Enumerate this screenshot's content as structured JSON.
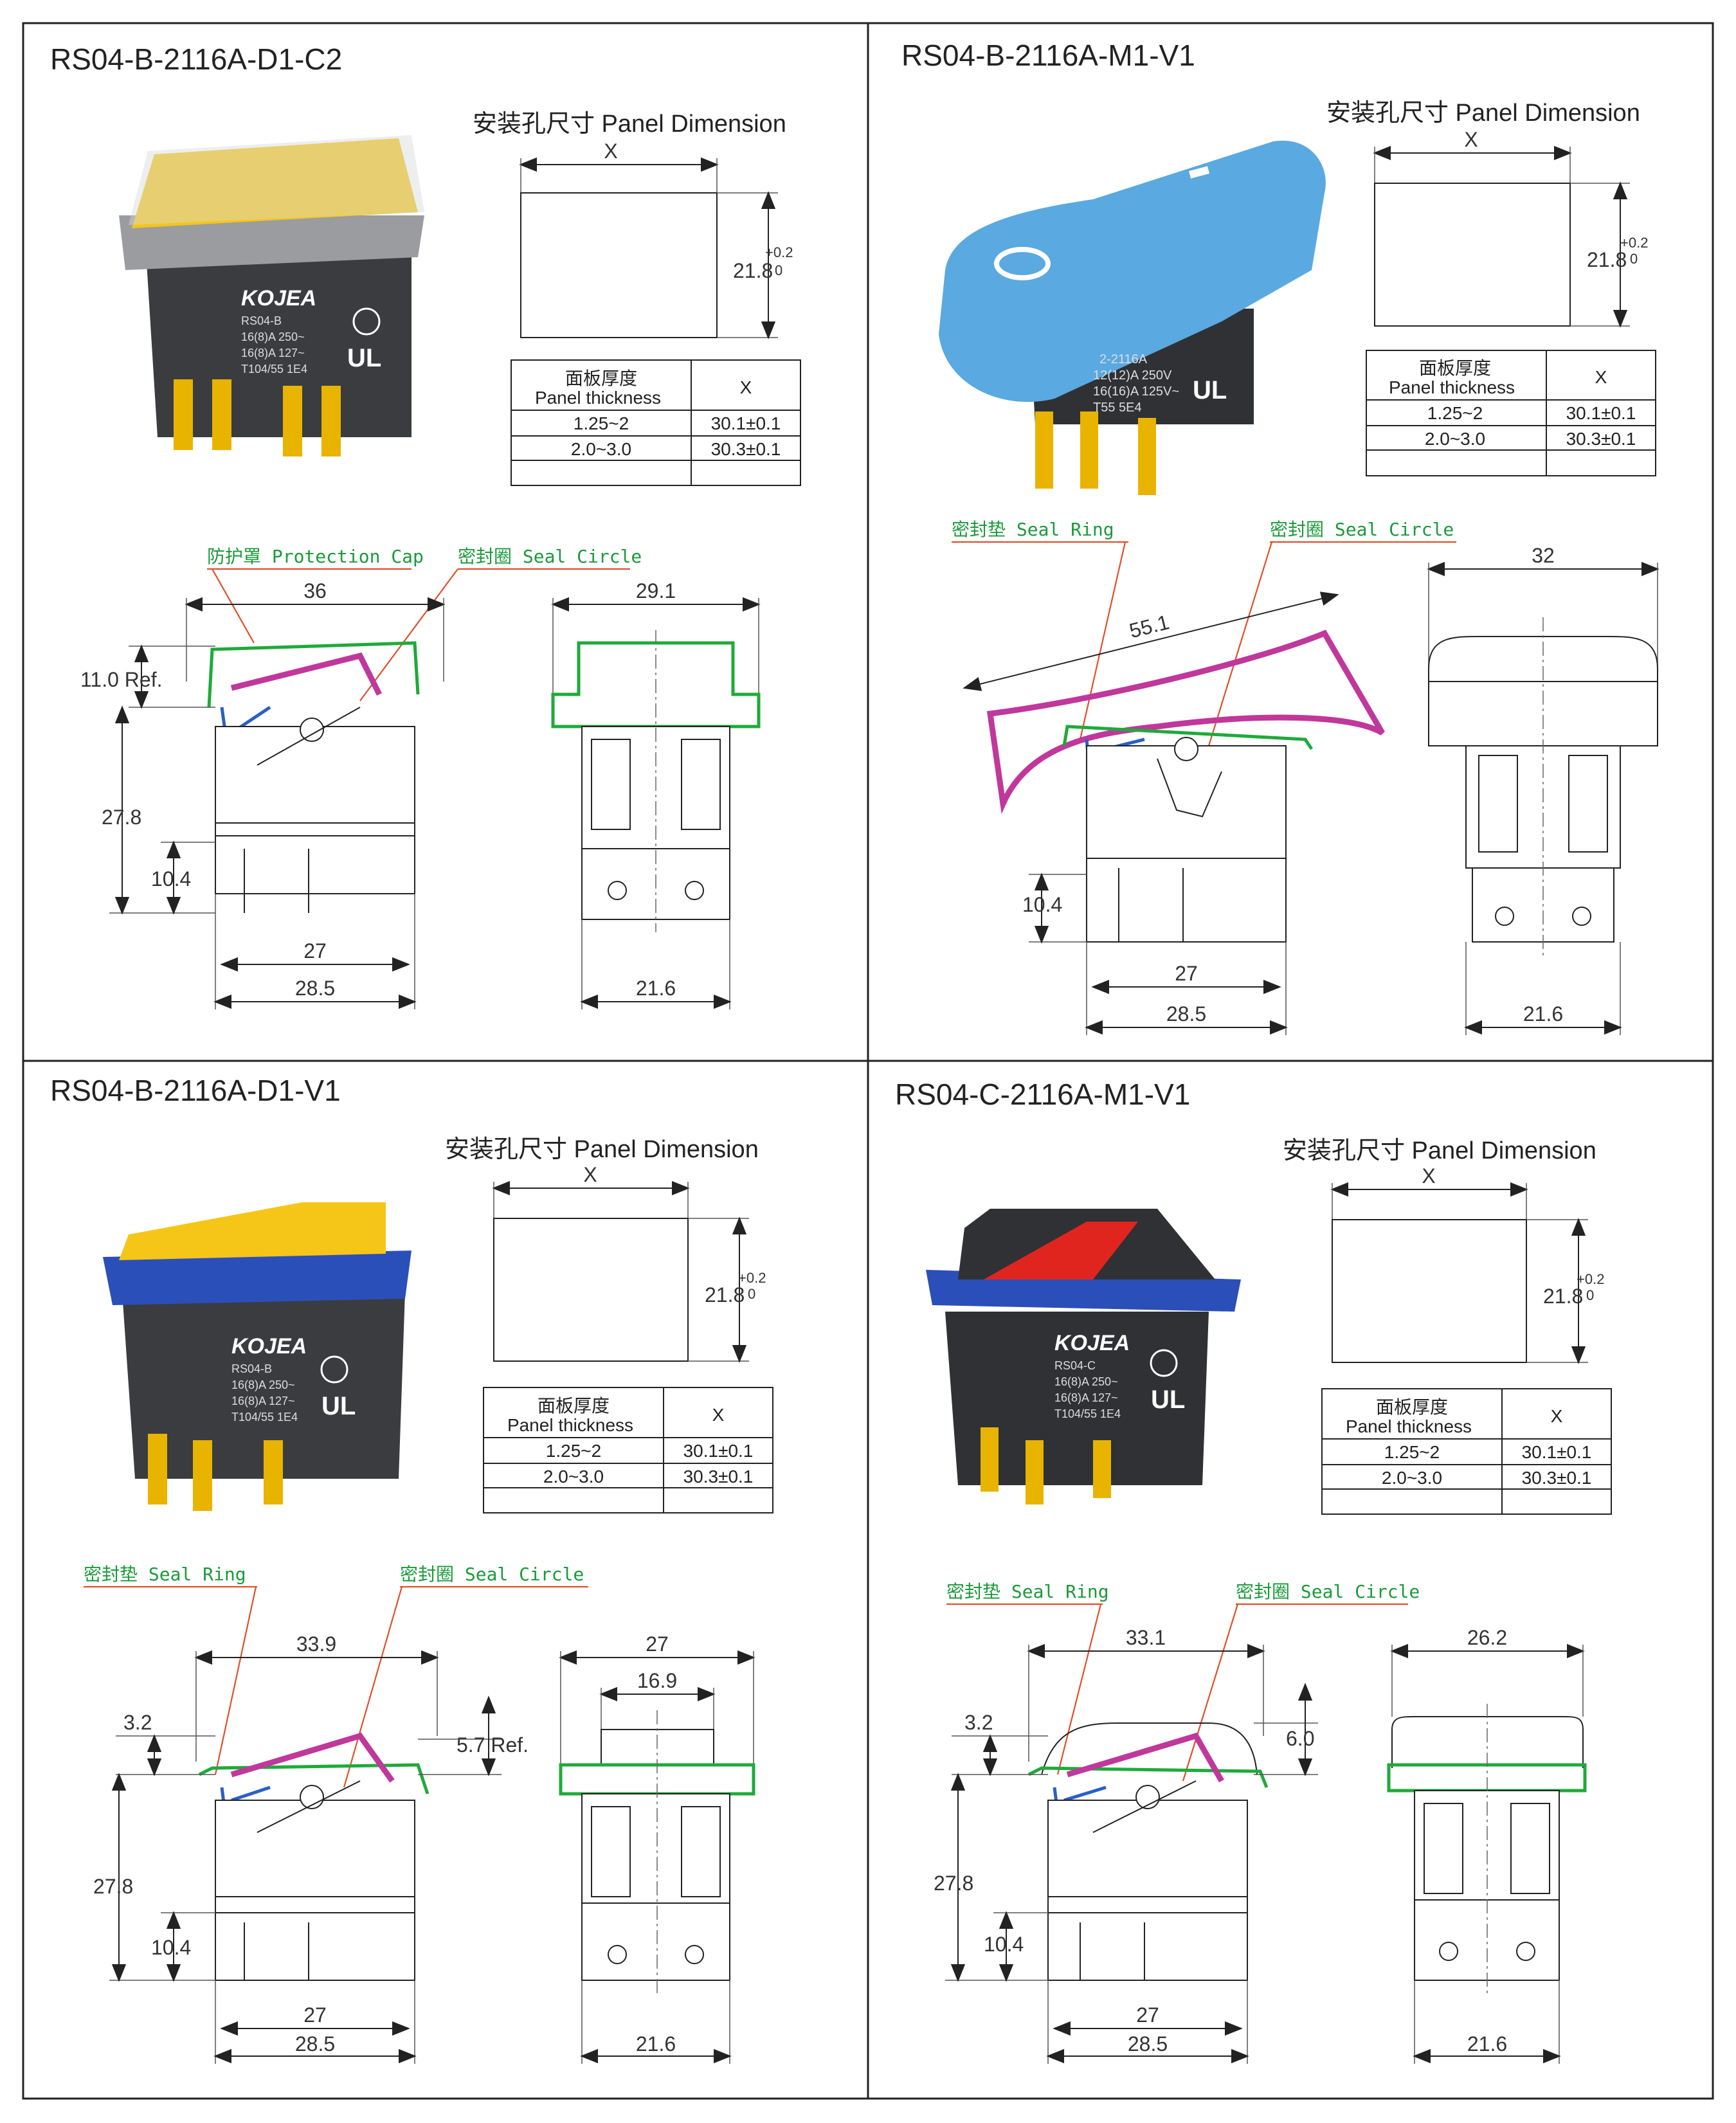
{
  "panels": [
    {
      "model": "RS04-B-2116A-D1-C2",
      "panel_dimension": "安装孔尺寸  Panel Dimension",
      "x_label": "X",
      "height": "21.8",
      "tol_plus": "+0.2",
      "tol_zero": "0",
      "table": {
        "head_cn": "面板厚度",
        "head_en": "Panel thickness",
        "head_x": "X",
        "rows": [
          [
            "1.25~2",
            "30.1±0.1"
          ],
          [
            "2.0~3.0",
            "30.3±0.1"
          ]
        ]
      },
      "labels": {
        "left": "防护罩 Protection Cap",
        "right": "密封圈 Seal Circle"
      },
      "dims": {
        "top": "36",
        "ref": "11.0 Ref.",
        "height": "27.8",
        "pin": "10.4",
        "inner": "27",
        "outer": "28.5",
        "side_top": "29.1",
        "side_bottom": "21.6"
      },
      "product": {
        "brand": "KOJEA",
        "lines": [
          "RS04-B",
          "16(8)A  250~",
          "16(8)A  127~",
          "T104/55  1E4"
        ],
        "rocker_color": "#f5c518",
        "housing_color": "#3a3c40",
        "ring_color": "#d8dadc"
      }
    },
    {
      "model": "RS04-B-2116A-M1-V1",
      "panel_dimension": "安装孔尺寸  Panel Dimension",
      "x_label": "X",
      "height": "21.8",
      "tol_plus": "+0.2",
      "tol_zero": "0",
      "table": {
        "head_cn": "面板厚度",
        "head_en": "Panel thickness",
        "head_x": "X",
        "rows": [
          [
            "1.25~2",
            "30.1±0.1"
          ],
          [
            "2.0~3.0",
            "30.3±0.1"
          ]
        ]
      },
      "labels": {
        "left": "密封垫 Seal Ring",
        "right": "密封圈 Seal Circle"
      },
      "dims": {
        "diag": "55.1",
        "pin": "10.4",
        "inner": "27",
        "outer": "28.5",
        "side_top": "32",
        "side_bottom": "21.6"
      },
      "product": {
        "brand": "",
        "lines": [
          "2-2116A",
          "12(12)A 250V",
          "16(16)A 125V~",
          "T55     5E4"
        ],
        "rocker_color": "#5aa9e0",
        "housing_color": "#2f3135",
        "ring_color": "#5aa9e0"
      }
    },
    {
      "model": "RS04-B-2116A-D1-V1",
      "panel_dimension": "安装孔尺寸  Panel Dimension",
      "x_label": "X",
      "height": "21.8",
      "tol_plus": "+0.2",
      "tol_zero": "0",
      "table": {
        "head_cn": "面板厚度",
        "head_en": "Panel thickness",
        "head_x": "X",
        "rows": [
          [
            "1.25~2",
            "30.1±0.1"
          ],
          [
            "2.0~3.0",
            "30.3±0.1"
          ]
        ]
      },
      "labels": {
        "left": "密封垫 Seal Ring",
        "right": "密封圈 Seal Circle"
      },
      "dims": {
        "top": "33.9",
        "ref": "5.7 Ref.",
        "step": "3.2",
        "height": "27.8",
        "pin": "10.4",
        "inner": "27",
        "outer": "28.5",
        "side_top": "27",
        "side_mid": "16.9",
        "side_bottom": "21.6"
      },
      "product": {
        "brand": "KOJEA",
        "lines": [
          "RS04-B",
          "16(8)A  250~",
          "16(8)A  127~",
          "T104/55  1E4"
        ],
        "rocker_color": "#f5c518",
        "housing_color": "#3a3c40",
        "ring_color": "#2b4fb8"
      }
    },
    {
      "model": "RS04-C-2116A-M1-V1",
      "panel_dimension": "安装孔尺寸  Panel Dimension",
      "x_label": "X",
      "height": "21.8",
      "tol_plus": "+0.2",
      "tol_zero": "0",
      "table": {
        "head_cn": "面板厚度",
        "head_en": "Panel thickness",
        "head_x": "X",
        "rows": [
          [
            "1.25~2",
            "30.1±0.1"
          ],
          [
            "2.0~3.0",
            "30.3±0.1"
          ]
        ]
      },
      "labels": {
        "left": "密封垫 Seal Ring",
        "right": "密封圈 Seal Circle"
      },
      "dims": {
        "top": "33.1",
        "ref": "6.0",
        "step": "3.2",
        "height": "27.8",
        "pin": "10.4",
        "inner": "27",
        "outer": "28.5",
        "side_top": "26.2",
        "side_bottom": "21.6"
      },
      "product": {
        "brand": "KOJEA",
        "lines": [
          "RS04-C",
          "16(8)A  250~",
          "16(8)A  127~",
          "T104/55  1E4"
        ],
        "rocker_color": "#e0251e",
        "housing_color": "#2f3135",
        "ring_color": "#2b4fb8"
      }
    }
  ]
}
